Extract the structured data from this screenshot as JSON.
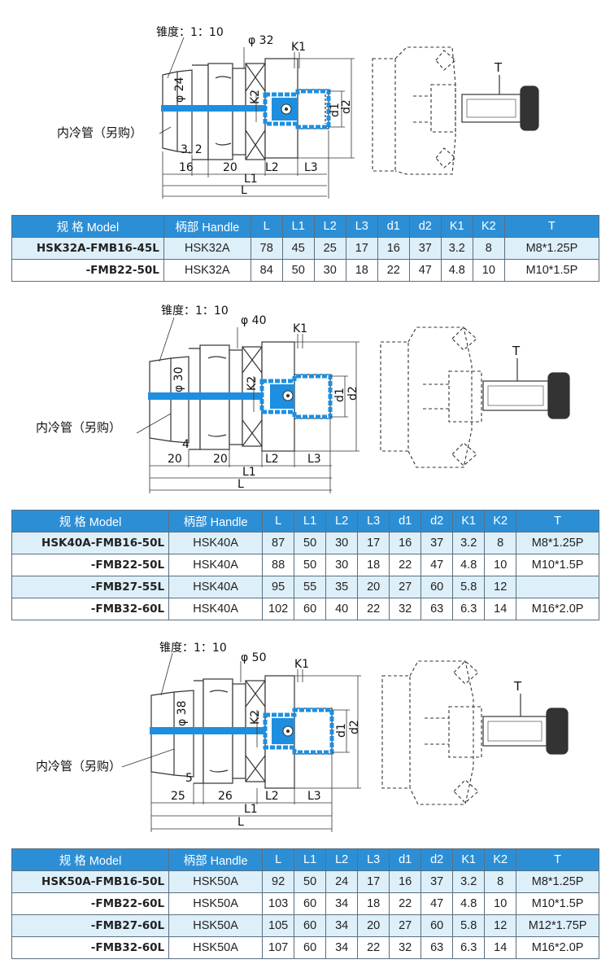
{
  "labels": {
    "taper": "锥度：1：10",
    "coolant": "内冷管（另购）",
    "t": "T",
    "k1": "K1",
    "k2": "K2",
    "d1": "d1",
    "d2": "d2",
    "l": "L",
    "l1": "L1",
    "l2": "L2",
    "l3": "L3"
  },
  "headers": [
    "规 格 Model",
    "柄部 Handle",
    "L",
    "L1",
    "L2",
    "L3",
    "d1",
    "d2",
    "K1",
    "K2",
    "T"
  ],
  "sections": [
    {
      "dia": "φ 32",
      "bore": "φ 24",
      "small": "3. 2",
      "seg1": "16",
      "seg2": "20",
      "rows": [
        {
          "model": "HSK32A-FMB16-45L",
          "handle": "HSK32A",
          "L": "78",
          "L1": "45",
          "L2": "25",
          "L3": "17",
          "d1": "16",
          "d2": "37",
          "K1": "3.2",
          "K2": "8",
          "T": "M8*1.25P"
        },
        {
          "model": "-FMB22-50L",
          "handle": "HSK32A",
          "L": "84",
          "L1": "50",
          "L2": "30",
          "L3": "18",
          "d1": "22",
          "d2": "47",
          "K1": "4.8",
          "K2": "10",
          "T": "M10*1.5P"
        }
      ]
    },
    {
      "dia": "φ 40",
      "bore": "φ 30",
      "small": "4",
      "seg1": "20",
      "seg2": "20",
      "rows": [
        {
          "model": "HSK40A-FMB16-50L",
          "handle": "HSK40A",
          "L": "87",
          "L1": "50",
          "L2": "30",
          "L3": "17",
          "d1": "16",
          "d2": "37",
          "K1": "3.2",
          "K2": "8",
          "T": "M8*1.25P"
        },
        {
          "model": "-FMB22-50L",
          "handle": "HSK40A",
          "L": "88",
          "L1": "50",
          "L2": "30",
          "L3": "18",
          "d1": "22",
          "d2": "47",
          "K1": "4.8",
          "K2": "10",
          "T": "M10*1.5P"
        },
        {
          "model": "-FMB27-55L",
          "handle": "HSK40A",
          "L": "95",
          "L1": "55",
          "L2": "35",
          "L3": "20",
          "d1": "27",
          "d2": "60",
          "K1": "5.8",
          "K2": "12",
          "T": ""
        },
        {
          "model": "-FMB32-60L",
          "handle": "HSK40A",
          "L": "102",
          "L1": "60",
          "L2": "40",
          "L3": "22",
          "d1": "32",
          "d2": "63",
          "K1": "6.3",
          "K2": "14",
          "T": "M16*2.0P"
        }
      ]
    },
    {
      "dia": "φ 50",
      "bore": "φ 38",
      "small": "5",
      "seg1": "25",
      "seg2": "26",
      "rows": [
        {
          "model": "HSK50A-FMB16-50L",
          "handle": "HSK50A",
          "L": "92",
          "L1": "50",
          "L2": "24",
          "L3": "17",
          "d1": "16",
          "d2": "37",
          "K1": "3.2",
          "K2": "8",
          "T": "M8*1.25P"
        },
        {
          "model": "-FMB22-60L",
          "handle": "HSK50A",
          "L": "103",
          "L1": "60",
          "L2": "34",
          "L3": "18",
          "d1": "22",
          "d2": "47",
          "K1": "4.8",
          "K2": "10",
          "T": "M10*1.5P"
        },
        {
          "model": "-FMB27-60L",
          "handle": "HSK50A",
          "L": "105",
          "L1": "60",
          "L2": "34",
          "L3": "20",
          "d1": "27",
          "d2": "60",
          "K1": "5.8",
          "K2": "12",
          "T": "M12*1.75P"
        },
        {
          "model": "-FMB32-60L",
          "handle": "HSK50A",
          "L": "107",
          "L1": "60",
          "L2": "34",
          "L3": "22",
          "d1": "32",
          "d2": "63",
          "K1": "6.3",
          "K2": "14",
          "T": "M16*2.0P"
        }
      ]
    }
  ],
  "colors": {
    "header_bg": "#2c8fd6",
    "row_tint": "#ddeff9",
    "coolant_blue": "#1e8fe0",
    "line": "#333333"
  }
}
